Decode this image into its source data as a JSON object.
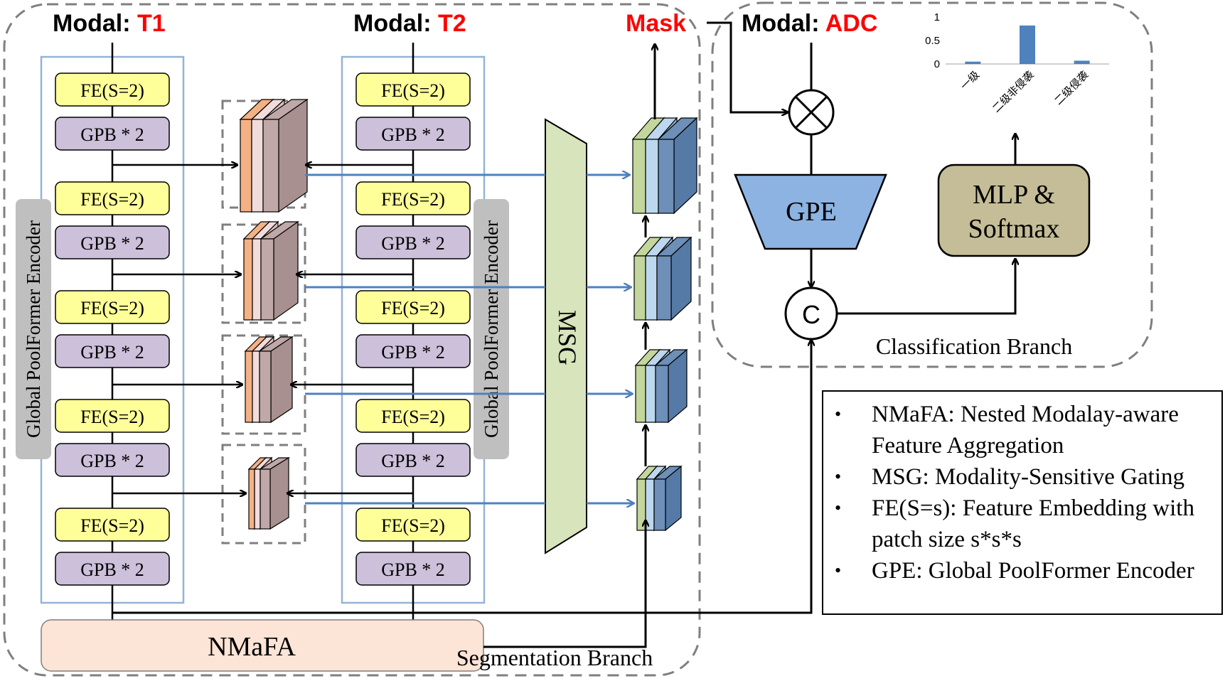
{
  "modal_prefix": "Modal: ",
  "modalities": {
    "t1": "T1",
    "t2": "T2",
    "adc": "ADC"
  },
  "mask_label": "Mask",
  "encoder_blocks": {
    "fe": "FE(S=2)",
    "gpb": "GPB * 2"
  },
  "global_encoder_label": "Global PoolFormer Encoder",
  "msg_label": "MSG",
  "nmafa_label": "NMaFA",
  "segmentation_branch_label": "Segmentation Branch",
  "classification_branch_label": "Classification Branch",
  "gpe_label": "GPE",
  "mlp_label_line1": "MLP &",
  "mlp_label_line2": "Softmax",
  "concat_symbol": "C",
  "chart_data": {
    "type": "bar",
    "categories": [
      "一级",
      "二级非侵袭",
      "二级侵袭"
    ],
    "values": [
      0.05,
      0.82,
      0.07
    ],
    "ylim": [
      0,
      1
    ],
    "yticks": [
      "1",
      "0.5",
      "0"
    ],
    "color": "#4f81bd"
  },
  "legend": [
    {
      "bullet": "•",
      "line1": "NMaFA: Nested Modalay-aware",
      "line2": "Feature Aggregation"
    },
    {
      "bullet": "•",
      "line1": "MSG: Modality-Sensitive Gating",
      "line2": ""
    },
    {
      "bullet": "•",
      "line1": "FE(S=s): Feature Embedding with",
      "line2": "patch size s*s*s"
    },
    {
      "bullet": "•",
      "line1": "GPE: Global PoolFormer Encoder",
      "line2": ""
    }
  ],
  "colors": {
    "modality_red": "#ff0000",
    "fe_fill": "#ffff99",
    "gpb_fill": "#ccc0da",
    "encoder_border": "#95b3d7",
    "global_bar": "#bfbfbf",
    "msg_fill": "#d7e4bc",
    "nmafa_fill": "#fce4d6",
    "gpe_fill": "#8db3e2",
    "mlp_fill": "#c4bd97",
    "arrow_blue": "#4f81bd"
  }
}
